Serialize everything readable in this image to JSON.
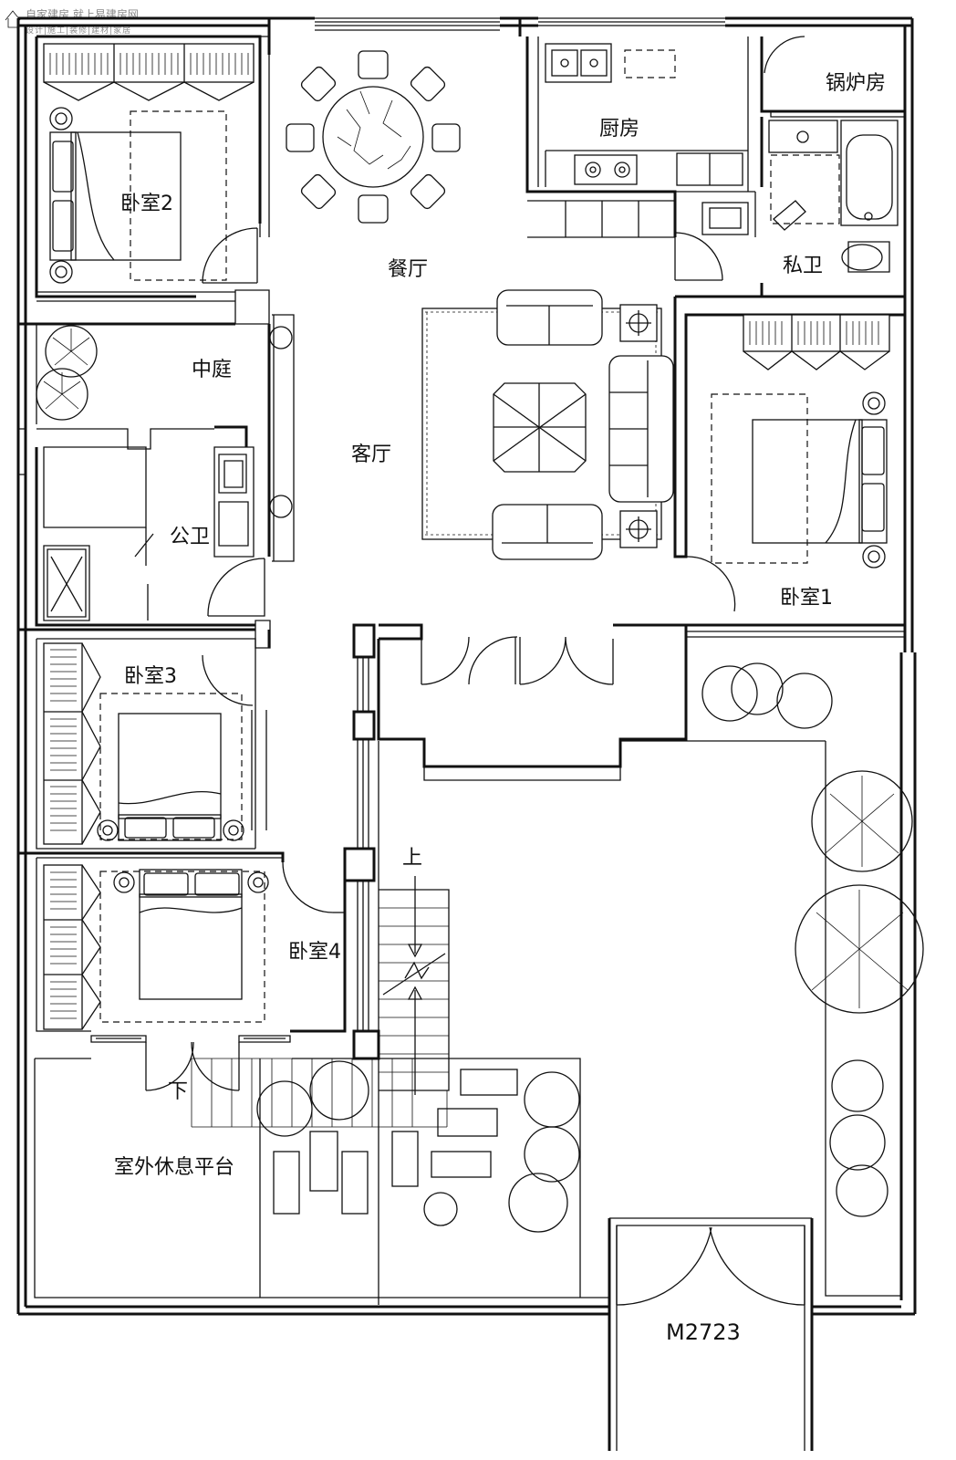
{
  "watermark": {
    "line1": "自家建房 就上易建房网",
    "line2": "设计|施工|装修|建材|家居"
  },
  "rooms": {
    "bedroom2": "卧室2",
    "dining": "餐厅",
    "kitchen": "厨房",
    "boiler": "锅炉房",
    "private_bath": "私卫",
    "courtyard": "中庭",
    "living": "客厅",
    "public_bath": "公卫",
    "bedroom1": "卧室1",
    "bedroom3": "卧室3",
    "bedroom4": "卧室4",
    "terrace": "室外休息平台"
  },
  "stairs": {
    "up": "上",
    "down": "下"
  },
  "door_code": "M2723"
}
